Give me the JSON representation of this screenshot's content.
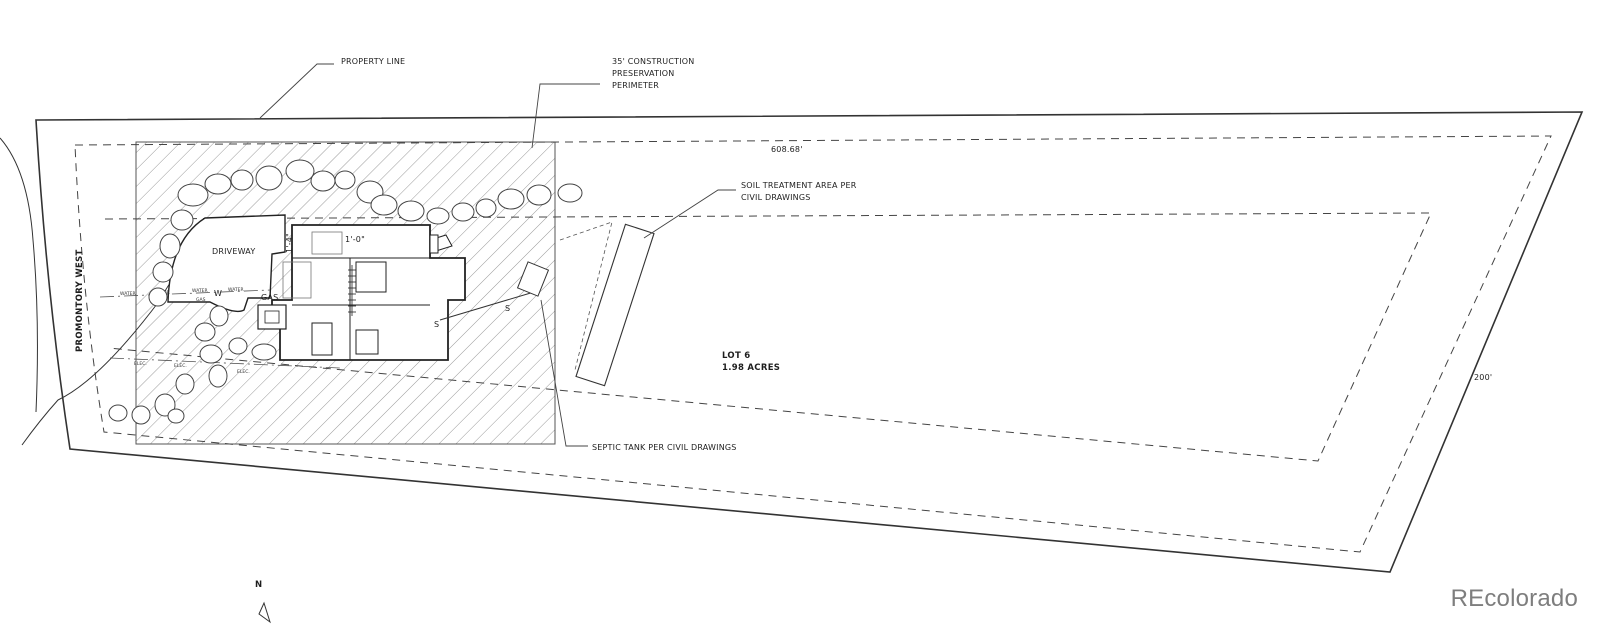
{
  "labels": {
    "property_line": "PROPERTY LINE",
    "perimeter_1": "35' CONSTRUCTION",
    "perimeter_2": "PRESERVATION",
    "perimeter_3": "PERIMETER",
    "dimension_top": "608.68'",
    "dimension_side": "200'",
    "soil_1": "SOIL TREATMENT AREA PER",
    "soil_2": "CIVIL DRAWINGS",
    "septic": "SEPTIC TANK PER CIVIL DRAWINGS",
    "lot_1": "LOT 6",
    "lot_2": "1.98 ACRES",
    "driveway": "DRIVEWAY",
    "road": "PROMONTORY WEST",
    "dim_1_0": "1'-0\"",
    "dim_1_4": "1'-4\"",
    "gas": "GAS",
    "water_w": "W",
    "sewer_s_1": "S",
    "sewer_s_2": "S",
    "north": "N"
  },
  "utilities": {
    "water": "WATER",
    "elec": "ELEC.",
    "gas": "GAS"
  },
  "watermark": "REcolorado"
}
